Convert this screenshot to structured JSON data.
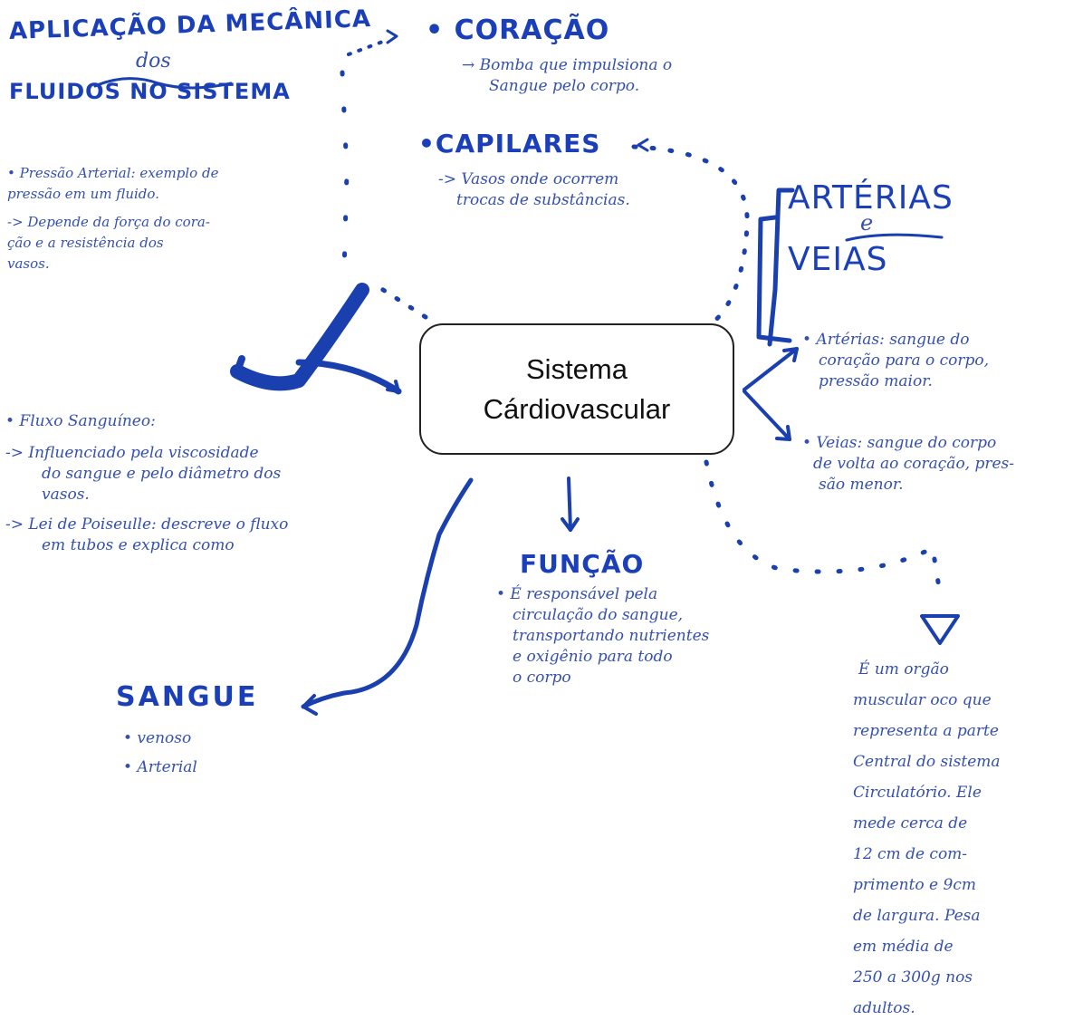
{
  "center": {
    "line1": "Sistema",
    "line2": "Cárdiovascular"
  },
  "aplicacao": {
    "title1": "APLICAÇÃO DA MECÂNICA",
    "title2": "dos",
    "title3": "FLUIDOS NO SISTEMA",
    "lines": [
      "• Pressão Arterial: exemplo de",
      "pressão em um fluido.",
      "-> Depende da força do cora-",
      "ção e a resistência dos",
      "vasos."
    ]
  },
  "coracao": {
    "title": "• CORAÇÃO",
    "lines": [
      "→ Bomba que impulsiona o",
      "Sangue pelo corpo."
    ]
  },
  "capilares": {
    "title": "•CAPILARES",
    "lines": [
      "-> Vasos onde ocorrem",
      "trocas de substâncias."
    ]
  },
  "arterias_veias": {
    "title1": "ARTÉRIAS",
    "connector": "e",
    "title2": "VEIAS"
  },
  "arterias_text": {
    "lines": [
      "• Artérias: sangue do",
      "coração para o corpo,",
      "pressão maior."
    ]
  },
  "veias_text": {
    "lines": [
      "• Veias: sangue do corpo",
      "de volta ao coração, pres-",
      "são menor."
    ]
  },
  "fluxo": {
    "lines": [
      "• Fluxo Sanguíneo:",
      "-> Influenciado pela viscosidade",
      "do sangue e pelo diâmetro dos",
      "vasos.",
      "-> Lei de Poiseulle: descreve o fluxo",
      "em tubos e explica como"
    ]
  },
  "funcao": {
    "title": "FUNÇÃO",
    "lines": [
      "• É responsável pela",
      "circulação do sangue,",
      "transportando nutrientes",
      "e oxigênio para todo",
      "o corpo"
    ]
  },
  "sangue": {
    "title": "SANGUE",
    "lines": [
      "• venoso",
      "• Arterial"
    ]
  },
  "orgao": {
    "lines": [
      "É um orgão",
      "muscular oco que",
      "representa a parte",
      "Central do sistema",
      "Circulatório. Ele",
      "mede cerca de",
      "12 cm de com-",
      "primento e 9cm",
      "de largura. Pesa",
      "em média de",
      "250 a 300g nos",
      "adultos."
    ]
  },
  "colors": {
    "ink": "#1a3fae",
    "ink_light": "#3550b0",
    "box_border": "#222222"
  }
}
